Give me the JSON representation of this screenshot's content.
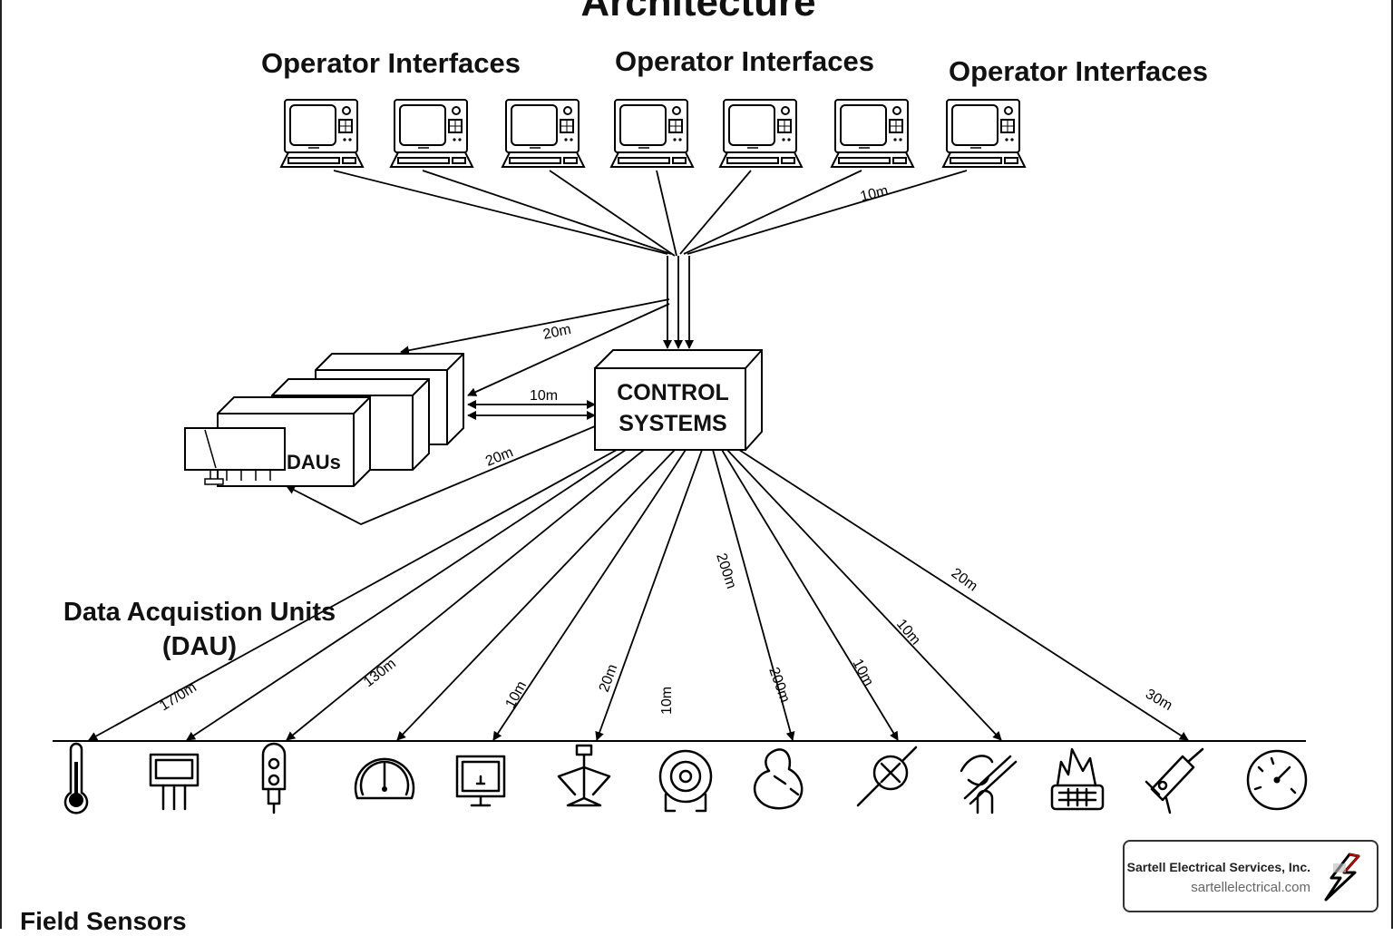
{
  "title": "Architecture",
  "operator_groups": [
    {
      "label": "Operator Interfaces"
    },
    {
      "label": "Operator Interfaces"
    },
    {
      "label": "Operator Interfaces"
    }
  ],
  "control_system": {
    "line1": "CONTROL",
    "line2": "SYSTEMS"
  },
  "dau_box_label": "DAUs",
  "dau_heading": {
    "line1": "Data Acquistion Units",
    "line2": "(DAU)"
  },
  "field_heading": "Field Sensors",
  "link_labels": {
    "op_top": "10m",
    "cs_to_dau_upper": "20m",
    "cs_dau_bidir": "10m",
    "cs_to_dau_lower": "20m",
    "sensor_links": [
      "17/0m",
      "130m",
      "10m",
      "20m",
      "10m",
      "200m",
      "200m",
      "10m",
      "10m",
      "20m",
      "30m"
    ]
  },
  "sensors": [
    {
      "icon": "thermometer-icon"
    },
    {
      "icon": "transmitter-module-icon"
    },
    {
      "icon": "level-switch-icon"
    },
    {
      "icon": "dial-gauge-icon"
    },
    {
      "icon": "monitor-display-icon"
    },
    {
      "icon": "valve-actuator-icon"
    },
    {
      "icon": "flow-meter-icon"
    },
    {
      "icon": "pressure-sensor-icon"
    },
    {
      "icon": "probe-sensor-icon"
    },
    {
      "icon": "wiring-sensor-icon"
    },
    {
      "icon": "flame-detector-icon"
    },
    {
      "icon": "handheld-probe-icon"
    },
    {
      "icon": "pressure-gauge-icon"
    }
  ],
  "branding": {
    "company": "Sartell Electrical Services, Inc.",
    "website": "sartellelectrical.com"
  }
}
